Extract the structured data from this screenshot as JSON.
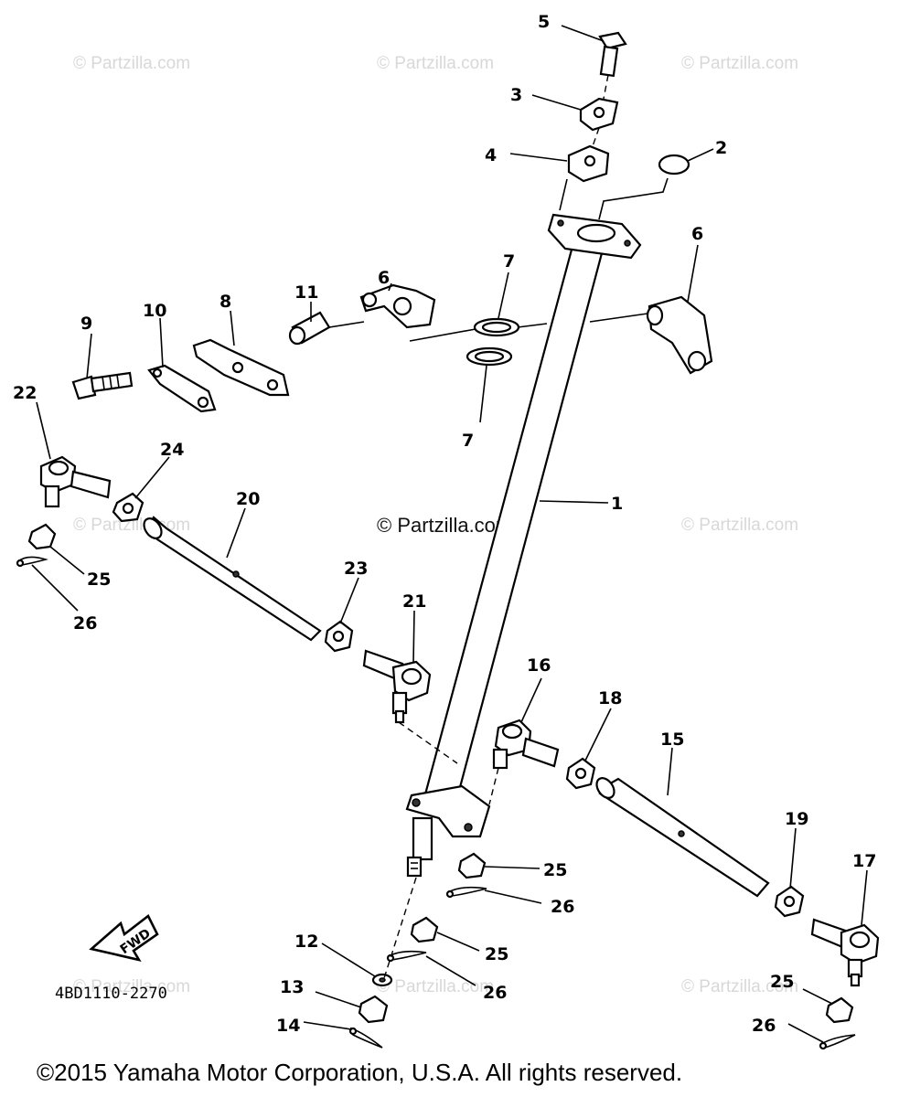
{
  "watermarks": {
    "text": "© Partzilla.com",
    "center": "© Partzilla.com"
  },
  "callouts": [
    {
      "id": "c5",
      "label": "5"
    },
    {
      "id": "c3",
      "label": "3"
    },
    {
      "id": "c4",
      "label": "4"
    },
    {
      "id": "c2",
      "label": "2"
    },
    {
      "id": "c6a",
      "label": "6"
    },
    {
      "id": "c6b",
      "label": "6"
    },
    {
      "id": "c7a",
      "label": "7"
    },
    {
      "id": "c7b",
      "label": "7"
    },
    {
      "id": "c11",
      "label": "11"
    },
    {
      "id": "c8",
      "label": "8"
    },
    {
      "id": "c10",
      "label": "10"
    },
    {
      "id": "c9",
      "label": "9"
    },
    {
      "id": "c22",
      "label": "22"
    },
    {
      "id": "c24",
      "label": "24"
    },
    {
      "id": "c20",
      "label": "20"
    },
    {
      "id": "c1",
      "label": "1"
    },
    {
      "id": "c25a",
      "label": "25"
    },
    {
      "id": "c26a",
      "label": "26"
    },
    {
      "id": "c23",
      "label": "23"
    },
    {
      "id": "c21",
      "label": "21"
    },
    {
      "id": "c16",
      "label": "16"
    },
    {
      "id": "c18",
      "label": "18"
    },
    {
      "id": "c15",
      "label": "15"
    },
    {
      "id": "c19",
      "label": "19"
    },
    {
      "id": "c17",
      "label": "17"
    },
    {
      "id": "c25b",
      "label": "25"
    },
    {
      "id": "c26b",
      "label": "26"
    },
    {
      "id": "c25c",
      "label": "25"
    },
    {
      "id": "c26c",
      "label": "26"
    },
    {
      "id": "c12",
      "label": "12"
    },
    {
      "id": "c13",
      "label": "13"
    },
    {
      "id": "c14",
      "label": "14"
    },
    {
      "id": "c25d",
      "label": "25"
    },
    {
      "id": "c26d",
      "label": "26"
    }
  ],
  "fwd_label": "FWD",
  "diagram_code": "4BD1110-2270",
  "copyright": "©2015 Yamaha Motor Corporation, U.S.A. All rights reserved.",
  "colors": {
    "ink": "#000000",
    "watermark": "#d8d8d8",
    "background": "#ffffff"
  }
}
